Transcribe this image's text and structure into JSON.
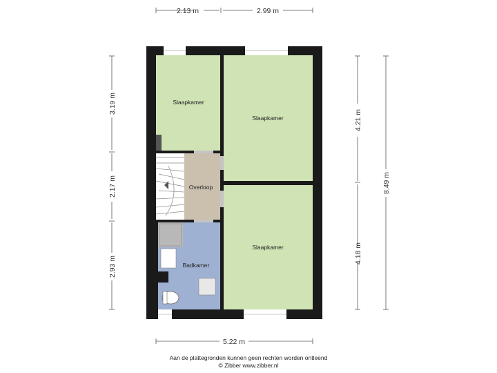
{
  "dimensions": {
    "top_left": "2.13 m",
    "top_right": "2.99 m",
    "left_top": "3.19 m",
    "left_middle": "2.17 m",
    "left_bottom": "2.93 m",
    "right_top": "4.21 m",
    "right_bottom": "4.18 m",
    "right_total": "8.49 m",
    "bottom_total": "5.22 m"
  },
  "rooms": {
    "bedroom_small": "Slaapkamer",
    "bedroom_top": "Slaapkamer",
    "bedroom_bottom": "Slaapkamer",
    "landing": "Overloop",
    "bathroom": "Badkamer"
  },
  "colors": {
    "wall": "#1a1a1a",
    "bedroom": "#cfe3b4",
    "landing": "#cbbfae",
    "bathroom": "#9fb1d3",
    "shower": "#b8b8b8",
    "dimension_line": "#555555"
  },
  "footer": {
    "disclaimer": "Aan de plattegronden kunnen geen rechten worden ontleend",
    "copyright": "© Zibber www.zibber.nl"
  }
}
